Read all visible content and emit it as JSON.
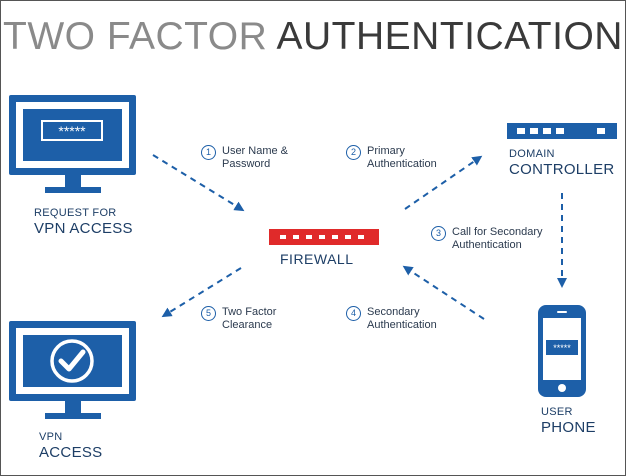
{
  "title": {
    "light": "TWO FACTOR ",
    "bold": "AUTHENTICATION"
  },
  "nodes": {
    "request": {
      "small": "REQUEST FOR",
      "large": "VPN ACCESS",
      "password_mask": "*****"
    },
    "firewall": {
      "label": "FIREWALL"
    },
    "domain_controller": {
      "small": "DOMAIN",
      "large": "CONTROLLER"
    },
    "user_phone": {
      "small": "USER",
      "large": "PHONE",
      "password_mask": "*****"
    },
    "vpn_access": {
      "small": "VPN",
      "large": "ACCESS"
    }
  },
  "steps": [
    {
      "num": "1",
      "line1": "User Name &",
      "line2": "Password"
    },
    {
      "num": "2",
      "line1": "Primary",
      "line2": "Authentication"
    },
    {
      "num": "3",
      "line1": "Call for Secondary",
      "line2": "Authentication"
    },
    {
      "num": "4",
      "line1": "Secondary",
      "line2": "Authentication"
    },
    {
      "num": "5",
      "line1": "Two Factor",
      "line2": "Clearance"
    }
  ],
  "colors": {
    "blue": "#1d5fa8",
    "navy": "#1d3e66",
    "red": "#e02a2a",
    "title_light": "#8a8a8a",
    "title_dark": "#3a3a3a"
  }
}
